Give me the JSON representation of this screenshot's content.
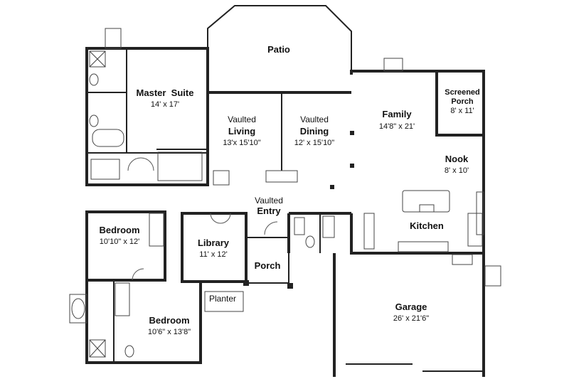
{
  "rooms": {
    "patio": {
      "name": "Patio"
    },
    "master_suite": {
      "name": "Master  Suite",
      "dim": "14' x 17'"
    },
    "screened_porch": {
      "name_line1": "Screened",
      "name_line2": "Porch",
      "dim": "8' x 11'"
    },
    "living": {
      "prefix": "Vaulted",
      "name": "Living",
      "dim": "13'x 15'10\""
    },
    "dining": {
      "prefix": "Vaulted",
      "name": "Dining",
      "dim": "12' x 15'10\""
    },
    "family": {
      "name": "Family",
      "dim": "14'8\" x 21'"
    },
    "nook": {
      "name": "Nook",
      "dim": "8' x 10'"
    },
    "entry": {
      "prefix": "Vaulted",
      "name": "Entry"
    },
    "bedroom1": {
      "name": "Bedroom",
      "dim": "10'10\" x 12'"
    },
    "library": {
      "name": "Library",
      "dim": "11' x 12'"
    },
    "kitchen": {
      "name": "Kitchen"
    },
    "porch": {
      "name": "Porch"
    },
    "planter": {
      "name": "Planter"
    },
    "bedroom2": {
      "name": "Bedroom",
      "dim": "10'6\" x 13'8\""
    },
    "garage": {
      "name": "Garage",
      "dim": "26' x 21'6\""
    }
  },
  "colors": {
    "wall": "#222222",
    "background": "#ffffff"
  }
}
